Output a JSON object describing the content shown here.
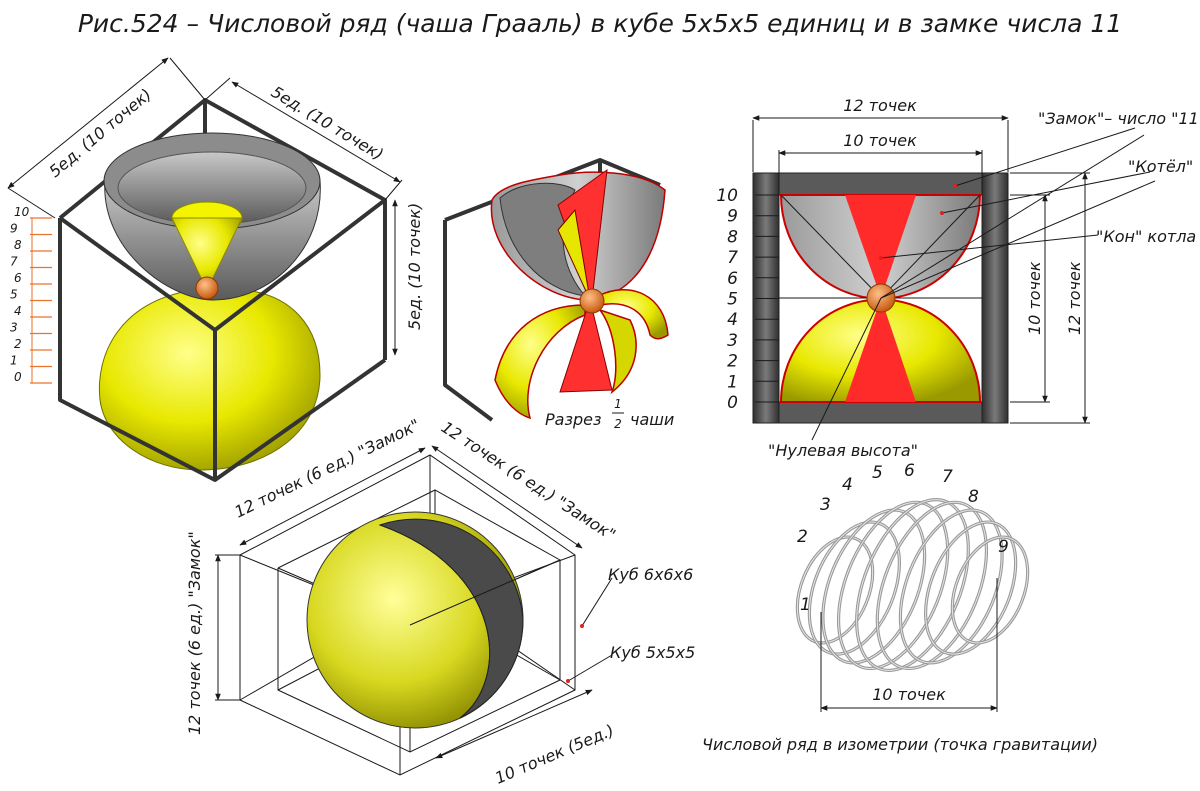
{
  "title": "Рис.524 – Числовой ряд (чаша Грааль) в кубе 5x5x5 единиц и в замке числа 11",
  "cube_dims": {
    "left": "5ед. (10 точек)",
    "top": "5ед. (10 точек)",
    "right": "5ед. (10 точек)"
  },
  "orange_scale": [
    "10",
    "9",
    "8",
    "7",
    "6",
    "5",
    "4",
    "3",
    "2",
    "1",
    "0"
  ],
  "cut_label": {
    "prefix": "Разрез",
    "num": "1",
    "den": "2",
    "suffix": "чаши"
  },
  "section": {
    "width_outer": "12 точек",
    "width_inner": "10 точек",
    "zamok": "\"Замок\"– число \"11\"",
    "kotel": "\"Котёл\"",
    "kon": "\"Кон\" котла",
    "zero": "\"Нулевая высота\"",
    "height_inner": "10 точек",
    "height_outer": "12 точек",
    "scale": [
      "10",
      "9",
      "8",
      "7",
      "6",
      "5",
      "4",
      "3",
      "2",
      "1",
      "0"
    ]
  },
  "sphere": {
    "top_left": "12 точек (6 ед.) \"Замок\"",
    "top_right": "12 точек (6 ед.) \"Замок\"",
    "left": "12 точек (6 ед.) \"Замок\"",
    "bottom": "10 точек (5ед.)",
    "cube6": "Куб 6х6х6",
    "cube5": "Куб 5х5х5"
  },
  "spiral": {
    "numbers": [
      "1",
      "2",
      "3",
      "4",
      "5",
      "6",
      "7",
      "8",
      "9"
    ],
    "width": "10 точек",
    "caption": "Числовой ряд в изометрии (точка гравитации)"
  },
  "colors": {
    "yellow": "#f2f200",
    "red": "#ff2b2b",
    "gray": "#8a8a8a",
    "orange": "#e9732a",
    "frame": "#333333"
  }
}
